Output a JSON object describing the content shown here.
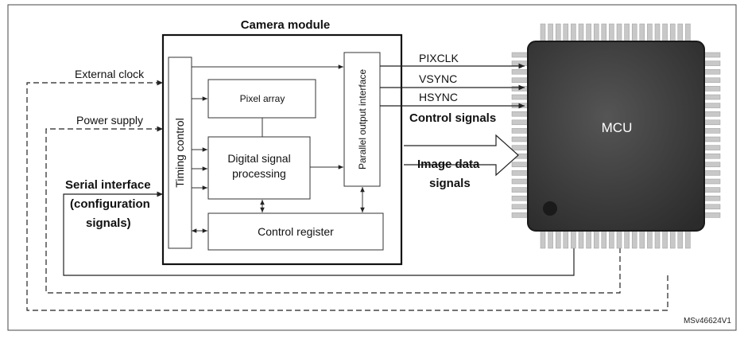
{
  "module": {
    "title": "Camera module",
    "timing": "Timing control",
    "pixel": "Pixel array",
    "dsp_line1": "Digital signal",
    "dsp_line2": "processing",
    "control_register": "Control register",
    "parallel": "Parallel output interface"
  },
  "inputs": {
    "external_clock": "External clock",
    "power_supply": "Power supply",
    "serial_line1": "Serial interface",
    "serial_line2": "(configuration",
    "serial_line3": "signals)"
  },
  "outputs": {
    "pixclk": "PIXCLK",
    "vsync": "VSYNC",
    "hsync": "HSYNC",
    "control_signals": "Control signals",
    "image_line1": "Image data",
    "image_line2": "signals"
  },
  "mcu": {
    "label": "MCU"
  },
  "reference": "MSv46624V1",
  "colors": {
    "chip_body": "#3a3a3a",
    "chip_edge": "#1a1a1a",
    "pin": "#c8c8c8",
    "line": "#222222"
  }
}
